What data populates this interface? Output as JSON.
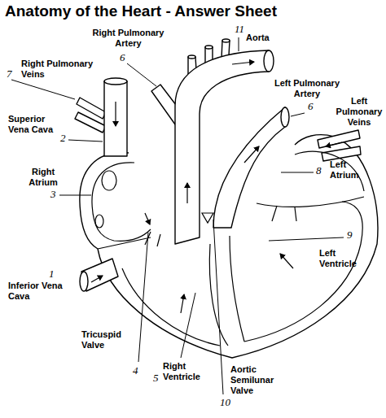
{
  "diagram": {
    "title": "Anatomy of the Heart - Answer Sheet",
    "labels": [
      "Right Pulmonary Artery",
      "11",
      "Aorta",
      "7",
      "Right Pulmonary Veins",
      "6",
      "Left Pulmonary Artery",
      "6",
      "Left Pulmonary Veins",
      "Superior Vena Cava",
      "2",
      "Right Atrium",
      "3",
      "8",
      "Left Atrium",
      "9",
      "Left Ventricle",
      "1",
      "Inferior Vena Cava",
      "Tricuspid Valve",
      "4",
      "Right Ventricle",
      "5",
      "Aortic Semilunar Valve",
      "10"
    ]
  }
}
